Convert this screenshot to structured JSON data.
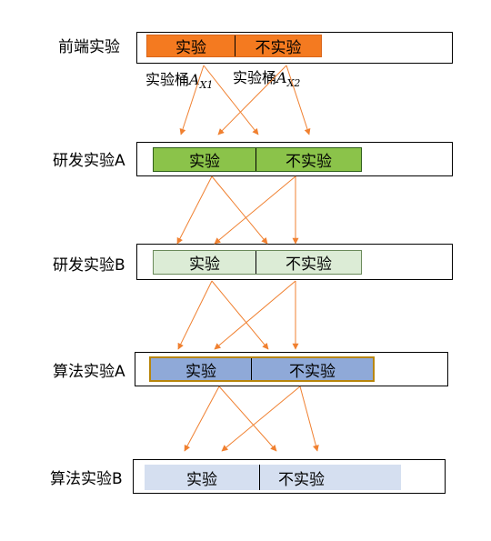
{
  "layers": [
    {
      "id": "frontend",
      "label": "前端实验",
      "exp_label": "实验",
      "ctrl_label": "不实验",
      "fill": "#f47a20",
      "border": "#d9651a"
    },
    {
      "id": "rd-a",
      "label": "研发实验A",
      "exp_label": "实验",
      "ctrl_label": "不实验",
      "fill": "#8bc34a",
      "border": "#2e5e1a"
    },
    {
      "id": "rd-b",
      "label": "研发实验B",
      "exp_label": "实验",
      "ctrl_label": "不实验",
      "fill": "#dcecd6",
      "border": "#6a8a5a"
    },
    {
      "id": "algo-a",
      "label": "算法实验A",
      "exp_label": "实验",
      "ctrl_label": "不实验",
      "fill": "#8fa9d8",
      "border": "#b8860b"
    },
    {
      "id": "algo-b",
      "label": "算法实验B",
      "exp_label": "实验",
      "ctrl_label": "不实验",
      "fill": "#d5dff0",
      "border": "#d5dff0"
    }
  ],
  "buckets": [
    {
      "prefix": "实验桶",
      "symbol": "A",
      "sub": "X1"
    },
    {
      "prefix": "实验桶",
      "symbol": "A",
      "sub": "X2"
    }
  ],
  "colors": {
    "arrow": "#f08030",
    "outline": "#000000"
  }
}
